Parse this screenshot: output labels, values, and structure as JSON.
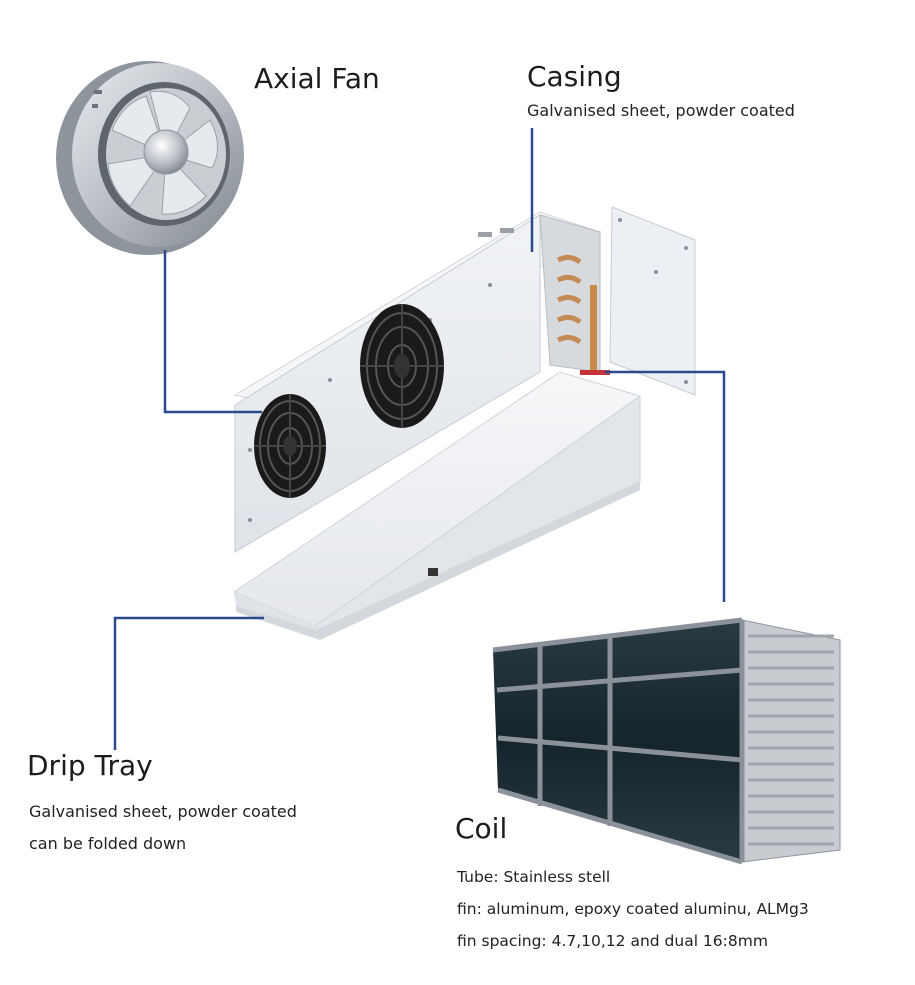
{
  "labels": {
    "axial_fan": {
      "title": "Axial Fan"
    },
    "casing": {
      "title": "Casing",
      "desc": "Galvanised sheet, powder coated"
    },
    "drip_tray": {
      "title": "Drip Tray",
      "line1": "Galvanised sheet, powder coated",
      "line2": "can be folded down"
    },
    "coil": {
      "title": "Coil",
      "line1": "Tube: Stainless stell",
      "line2": "fin: aluminum, epoxy coated aluminu, ALMg3",
      "line3": "fin spacing: 4.7,10,12 and dual 16:8mm"
    }
  },
  "colors": {
    "leader": "#2b4a8e",
    "accent": "#d0343c",
    "casing": "#eceff3",
    "fin": "#1b2a33"
  }
}
